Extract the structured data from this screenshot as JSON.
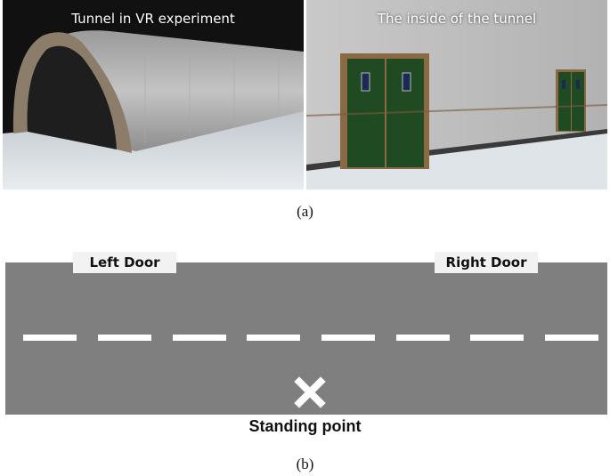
{
  "panel_a": {
    "left_title": "Tunnel in VR experiment",
    "right_title": "The inside of the tunnel",
    "caption": "(a)"
  },
  "panel_b": {
    "left_door_label": "Left Door",
    "right_door_label": "Right Door",
    "standing_label": "Standing point",
    "caption": "(b)"
  },
  "colors": {
    "road": "#7f7f7f",
    "lane_marking": "#ffffff",
    "door_green": "#1f4a22",
    "door_frame": "#8a6a45"
  }
}
